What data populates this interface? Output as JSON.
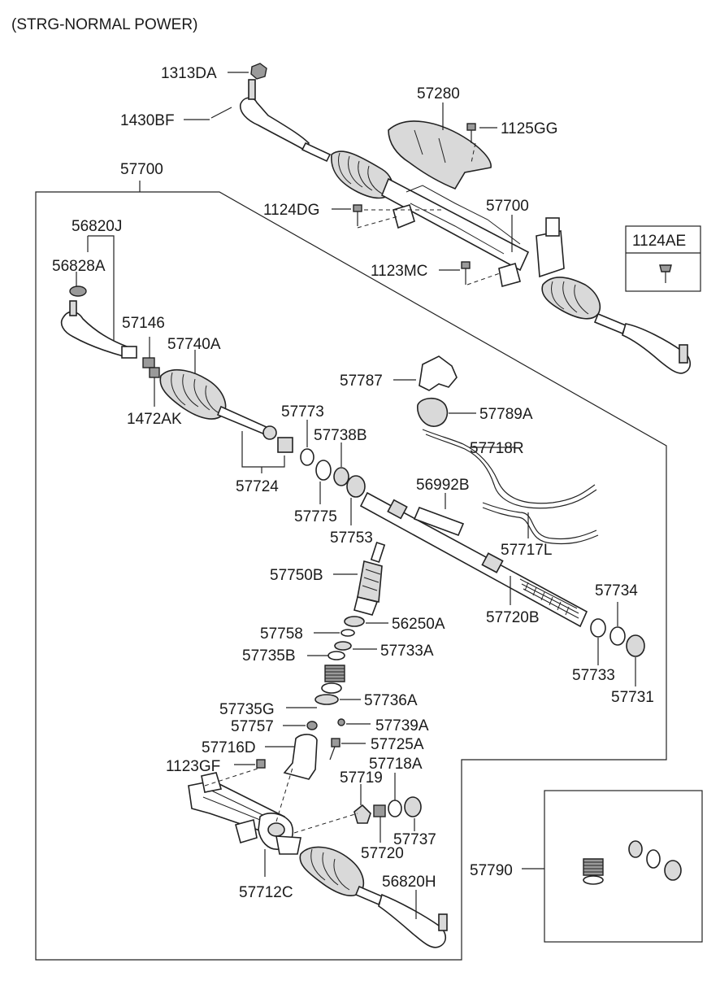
{
  "title": "(STRG-NORMAL POWER)",
  "labels": {
    "p1313DA": "1313DA",
    "p1430BF": "1430BF",
    "p57280": "57280",
    "p1125GG": "1125GG",
    "p57700_top": "57700",
    "p57700_frame": "57700",
    "p1124DG": "1124DG",
    "p1124AE": "1124AE",
    "p1123MC": "1123MC",
    "p56820J": "56820J",
    "p56828A": "56828A",
    "p57146": "57146",
    "p57740A": "57740A",
    "p1472AK": "1472AK",
    "p57787": "57787",
    "p57789A": "57789A",
    "p57773": "57773",
    "p57738B": "57738B",
    "p57718R": "57718R",
    "p57724": "57724",
    "p56992B": "56992B",
    "p57775": "57775",
    "p57753": "57753",
    "p57717L": "57717L",
    "p57750B": "57750B",
    "p57734": "57734",
    "p57720B": "57720B",
    "p57758": "57758",
    "p56250A": "56250A",
    "p57735B": "57735B",
    "p57733A": "57733A",
    "p57733": "57733",
    "p57731": "57731",
    "p57735G": "57735G",
    "p57736A": "57736A",
    "p57757": "57757",
    "p57739A": "57739A",
    "p57716D": "57716D",
    "p57725A": "57725A",
    "p1123GF": "1123GF",
    "p57718A": "57718A",
    "p57719": "57719",
    "p57737": "57737",
    "p57720": "57720",
    "p57790": "57790",
    "p57712C": "57712C",
    "p56820H": "56820H"
  }
}
